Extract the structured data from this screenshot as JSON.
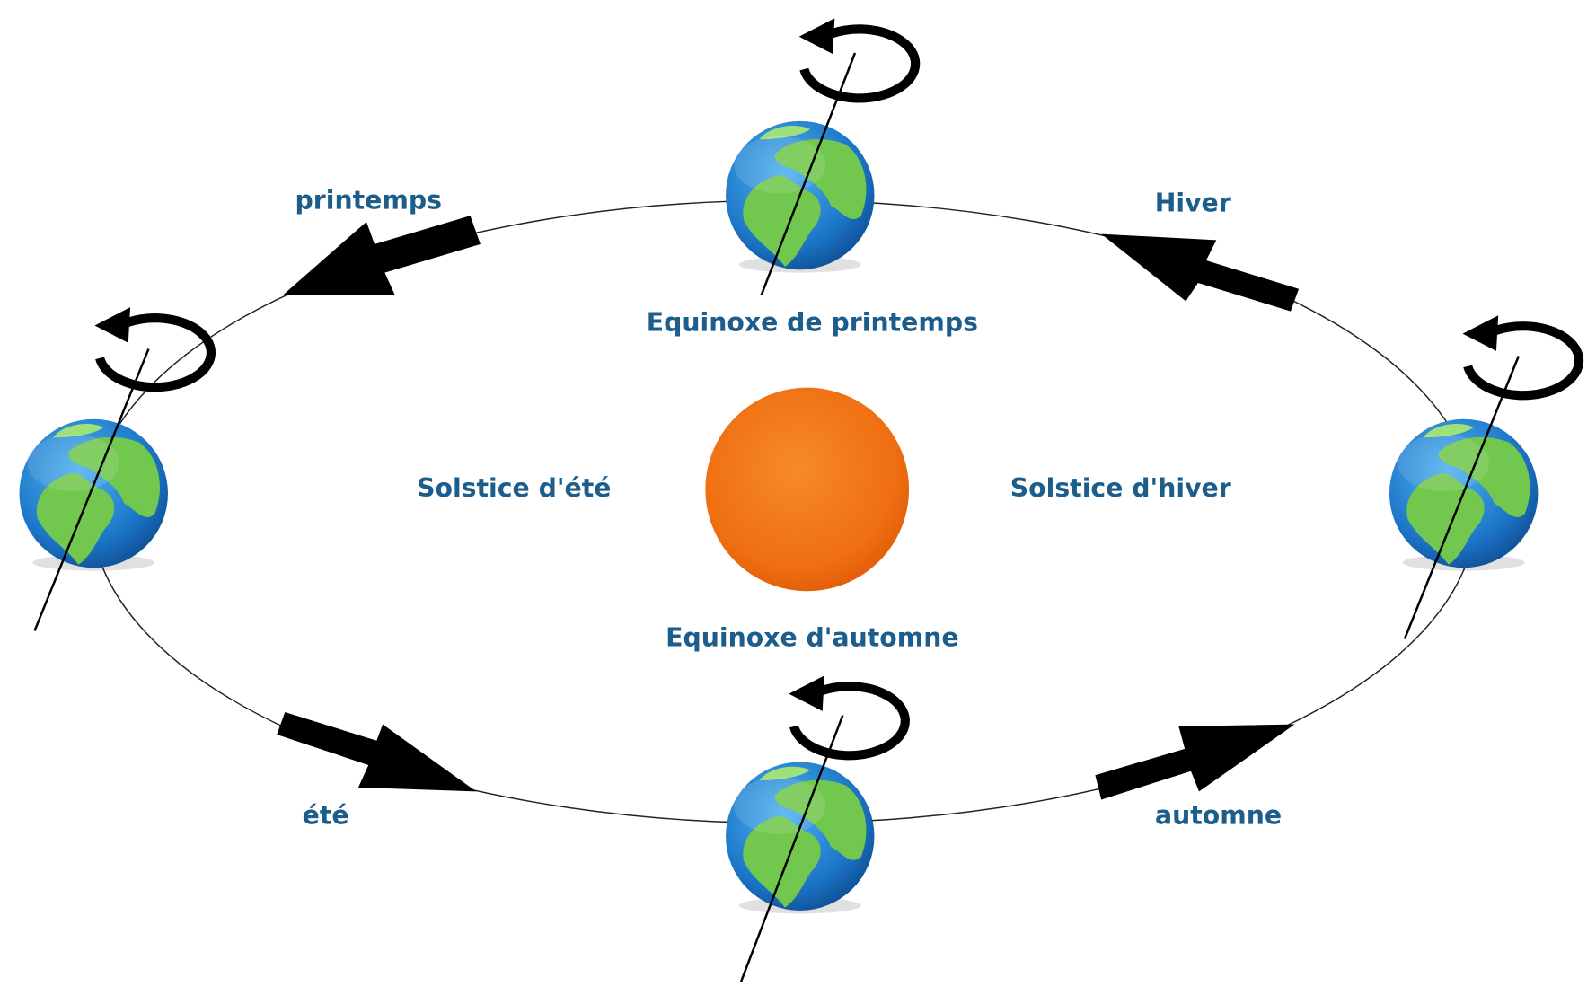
{
  "labels": {
    "season_spring": "printemps",
    "season_winter": "Hiver",
    "season_summer": "été",
    "season_autumn": "automne",
    "spring_equinox": "Equinoxe de printemps",
    "autumn_equinox": "Equinoxe d'automne",
    "summer_solstice": "Solstice d'été",
    "winter_solstice": "Solstice d'hiver"
  },
  "colors": {
    "label": "#1d5d8c",
    "sun": "#f07a1a",
    "ocean": "#1f7fd0",
    "land": "#6cc24a"
  }
}
